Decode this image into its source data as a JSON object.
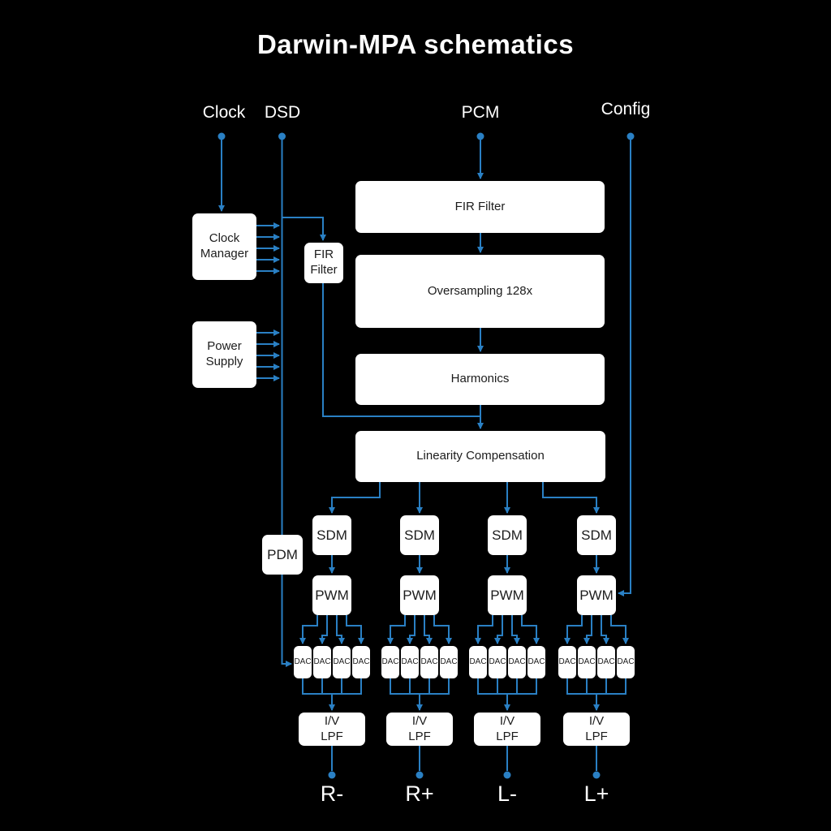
{
  "title": "Darwin-MPA schematics",
  "colors": {
    "background": "#000000",
    "wire": "#2a80c4",
    "box_fill": "#ffffff",
    "box_text": "#1c1c1c",
    "label_text": "#ffffff"
  },
  "inputs": {
    "clock": "Clock",
    "dsd": "DSD",
    "pcm": "PCM",
    "config": "Config"
  },
  "blocks": {
    "clock_manager": "Clock\nManager",
    "power_supply": "Power\nSupply",
    "fir_filter_side": "FIR\nFilter",
    "fir_filter": "FIR Filter",
    "oversampling": "Oversampling 128x",
    "harmonics": "Harmonics",
    "linearity": "Linearity Compensation",
    "pdm": "PDM"
  },
  "channels": [
    {
      "sdm": "SDM",
      "pwm": "PWM",
      "dacs": [
        "DAC",
        "DAC",
        "DAC",
        "DAC"
      ],
      "filter": "I/V\nLPF",
      "output": "R-"
    },
    {
      "sdm": "SDM",
      "pwm": "PWM",
      "dacs": [
        "DAC",
        "DAC",
        "DAC",
        "DAC"
      ],
      "filter": "I/V\nLPF",
      "output": "R+"
    },
    {
      "sdm": "SDM",
      "pwm": "PWM",
      "dacs": [
        "DAC",
        "DAC",
        "DAC",
        "DAC"
      ],
      "filter": "I/V\nLPF",
      "output": "L-"
    },
    {
      "sdm": "SDM",
      "pwm": "PWM",
      "dacs": [
        "DAC",
        "DAC",
        "DAC",
        "DAC"
      ],
      "filter": "I/V\nLPF",
      "output": "L+"
    }
  ]
}
